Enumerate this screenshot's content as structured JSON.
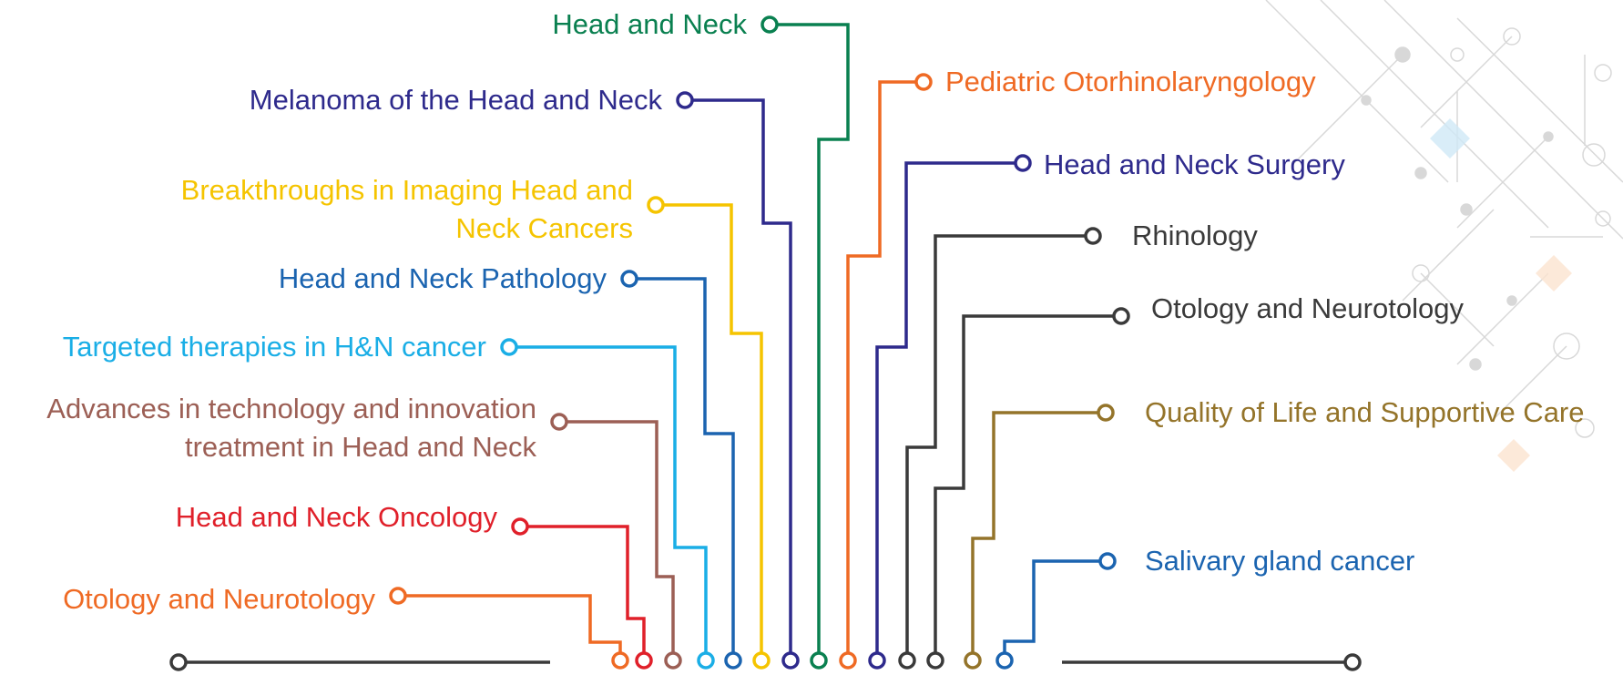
{
  "topics": [
    {
      "id": "head-neck",
      "label": "Head and Neck",
      "color": "#0a8050"
    },
    {
      "id": "melanoma",
      "label": "Melanoma of the Head and Neck",
      "color": "#2e2a8c"
    },
    {
      "id": "imaging",
      "label": "Breakthroughs in Imaging Head and Neck Cancers",
      "color": "#f5c400"
    },
    {
      "id": "pathology",
      "label": "Head and Neck Pathology",
      "color": "#1b64b0"
    },
    {
      "id": "targeted",
      "label": "Targeted therapies in H&N cancer",
      "color": "#1aaee6"
    },
    {
      "id": "advances",
      "label": "Advances in technology and innovation treatment in Head and Neck",
      "color": "#9c5f55"
    },
    {
      "id": "oncology",
      "label": "Head and Neck Oncology",
      "color": "#e0202a"
    },
    {
      "id": "otology-left",
      "label": "Otology and Neurotology",
      "color": "#ef6a24"
    },
    {
      "id": "pediatric",
      "label": "Pediatric Otorhinolaryngology",
      "color": "#ef6a24"
    },
    {
      "id": "surgery",
      "label": "Head and Neck Surgery",
      "color": "#2e2a8c"
    },
    {
      "id": "rhinology",
      "label": "Rhinology",
      "color": "#3a3a3a"
    },
    {
      "id": "otology-right",
      "label": "Otology and Neurotology",
      "color": "#3a3a3a"
    },
    {
      "id": "quality",
      "label": "Quality of Life and  Supportive Care",
      "color": "#94742a"
    },
    {
      "id": "salivary",
      "label": "Salivary gland cancer",
      "color": "#1b64b0"
    }
  ],
  "baseline_color": "#3a3a3a",
  "decoration_colors": {
    "blue": "#cfe8f6",
    "peach": "#fbe3cf",
    "grey": "#d8d8d8"
  }
}
